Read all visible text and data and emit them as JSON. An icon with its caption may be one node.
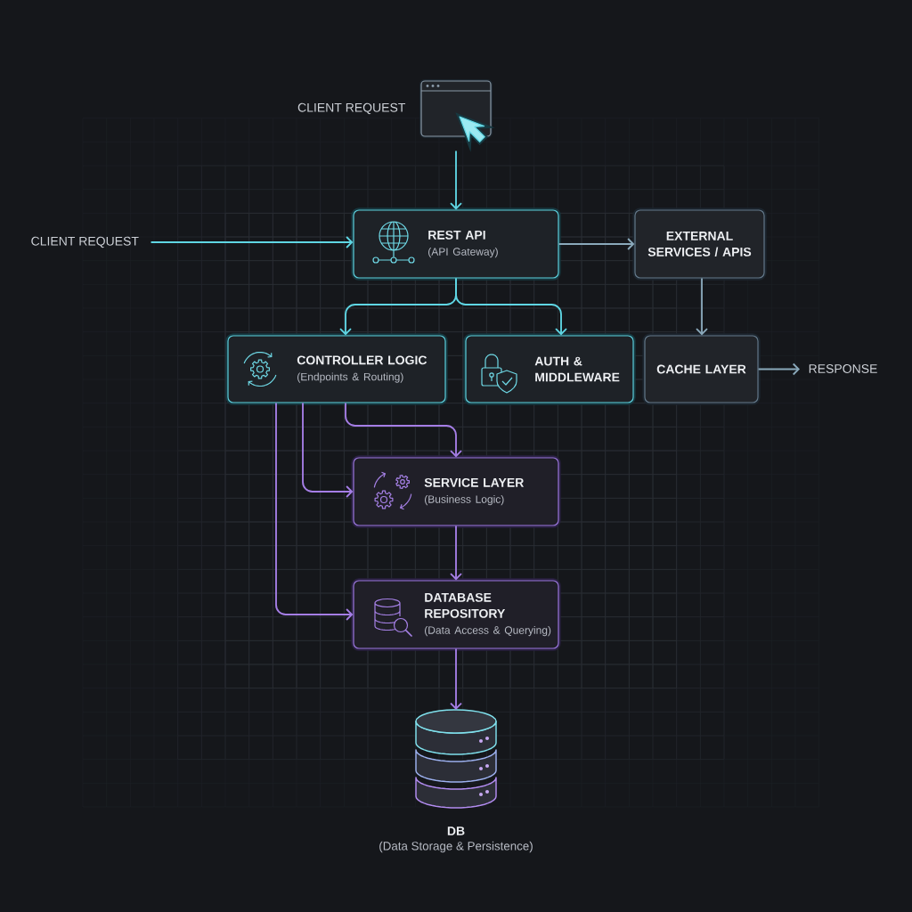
{
  "diagram": {
    "nodes": [
      {
        "text": [],
        "shape": "picture",
        "beside": [
          "CLIENT REQUEST"
        ]
      },
      {
        "text": [
          "CLIENT REQUEST"
        ]
      },
      {
        "text": [
          "REST API",
          "(API Gateway)"
        ]
      },
      {
        "text": [
          "EXTERNAL SERVICES / APIS"
        ]
      },
      {
        "text": [
          "CONTROLLER LOGIC",
          "(Endpoints & Routing)"
        ]
      },
      {
        "text": [
          "AUTH & MIDDLEWARE"
        ]
      },
      {
        "text": [
          "CACHE LAYER"
        ]
      },
      {
        "text": [
          "RESPONSE"
        ]
      },
      {
        "text": [
          "SERVICE LAYER",
          "(Business Logic)"
        ]
      },
      {
        "text": [
          "DATABASE REPOSITORY",
          "(Data Access & Querying)"
        ]
      },
      {
        "text": [
          "DB",
          "(Data Storage & Persistence)"
        ]
      }
    ],
    "edges": [
      {
        "from": 0,
        "to": 2,
        "arrow": "to",
        "color": "#5fd6e4"
      },
      {
        "from": 1,
        "to": 2,
        "arrow": "to",
        "color": "#5fd6e4"
      },
      {
        "from": 2,
        "to": 3,
        "arrow": "to",
        "color": "#8aa9bb"
      },
      {
        "from": 2,
        "to": 4,
        "arrow": "to",
        "color": "#5fd6e4"
      },
      {
        "from": 2,
        "to": 5,
        "arrow": "to",
        "color": "#5fd6e4"
      },
      {
        "from": 3,
        "to": 6,
        "arrow": "to",
        "color": "#8aa9bb"
      },
      {
        "from": 6,
        "to": 7,
        "arrow": "to",
        "color": "#8aa9bb"
      },
      {
        "from": 4,
        "to": 8,
        "arrow": "to"
      },
      {
        "from": 4,
        "to": 8,
        "arrow": "to"
      },
      {
        "from": 4,
        "to": 9,
        "arrow": "to"
      },
      {
        "from": 8,
        "to": 9,
        "arrow": "to"
      },
      {
        "from": 9,
        "to": 10,
        "arrow": "to"
      }
    ]
  }
}
